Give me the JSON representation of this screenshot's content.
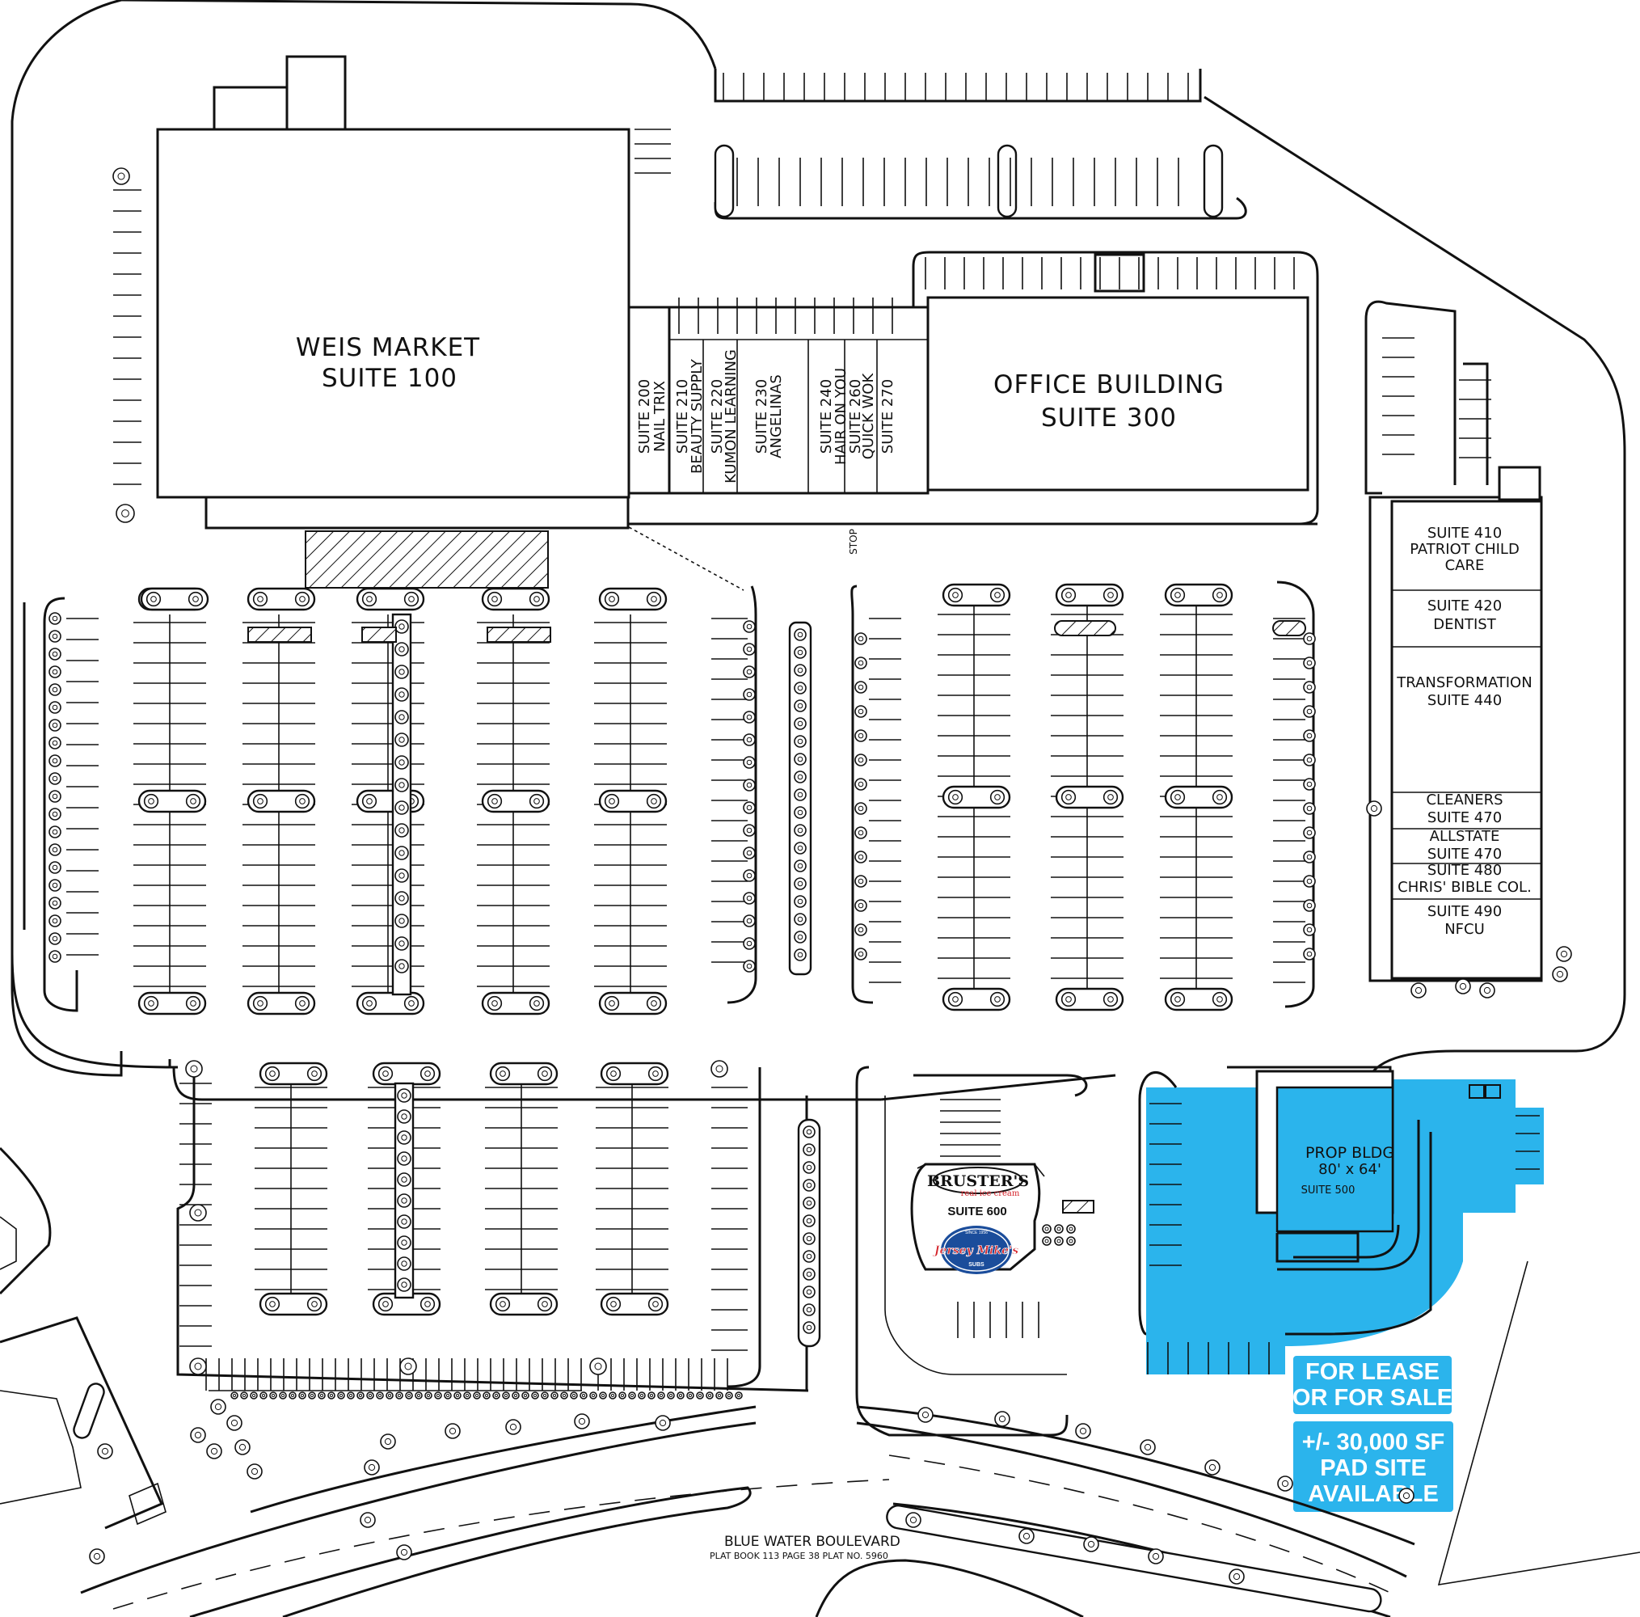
{
  "colors": {
    "pad_highlight": "#2bb4ec",
    "callout_bg": "#2bb4ec",
    "callout_text": "#ffffff",
    "line": "#111111",
    "brusters_red": "#d4232a",
    "jersey_blue": "#1b4d9b"
  },
  "anchor": {
    "name": "WEIS MARKET",
    "suite": "SUITE 100"
  },
  "office": {
    "name": "OFFICE BUILDING",
    "suite": "SUITE 300"
  },
  "inline_suites": [
    {
      "suite": "SUITE 200",
      "tenant": "NAIL TRIX"
    },
    {
      "suite": "SUITE 210",
      "tenant": "BEAUTY SUPPLY"
    },
    {
      "suite": "SUITE 220",
      "tenant": "KUMON LEARNING"
    },
    {
      "suite": "SUITE 230",
      "tenant": "ANGELINAS"
    },
    {
      "suite": "SUITE 240",
      "tenant": "HAIR ON YOU"
    },
    {
      "suite": "SUITE 260",
      "tenant": "QUICK WOK"
    },
    {
      "suite": "SUITE 270",
      "tenant": ""
    }
  ],
  "east_suites": [
    {
      "line1": "SUITE 410",
      "line2": "PATRIOT CHILD",
      "line3": "CARE"
    },
    {
      "line1": "SUITE 420",
      "line2": "DENTIST"
    },
    {
      "line1": "TRANSFORMATION",
      "line2": "SUITE 440"
    },
    {
      "line1": "CLEANERS",
      "line2": "SUITE 470"
    },
    {
      "line1": "ALLSTATE",
      "line2": "SUITE 470"
    },
    {
      "line1": "SUITE 480",
      "line2": "CHRIS' BIBLE COL."
    },
    {
      "line1": "SUITE 490",
      "line2": "NFCU"
    }
  ],
  "pad_building": {
    "line1": "PROP BLDG",
    "line2": "80' x 64'",
    "suite": "SUITE 500"
  },
  "restaurant": {
    "brand1": "BRUSTER'S",
    "brand1_sub": "real ice cream",
    "suite": "SUITE 600",
    "brand2_top": "SINCE 1956",
    "brand2": "Jersey Mike's",
    "brand2_sub": "SUBS"
  },
  "callouts": [
    {
      "line1": "FOR LEASE",
      "line2": "OR FOR SALE"
    },
    {
      "line1": "+/- 30,000 SF",
      "line2": "PAD SITE",
      "line3": "AVAILABLE"
    }
  ],
  "road": {
    "name": "BLUE WATER BOULEVARD",
    "plat": "PLAT BOOK 113 PAGE 38 PLAT NO. 5960"
  },
  "signs": {
    "stop": "STOP"
  },
  "icons": [
    "tree-icon",
    "arrow-up-icon",
    "arrow-down-icon",
    "handicap-icon",
    "hatch-pattern"
  ]
}
